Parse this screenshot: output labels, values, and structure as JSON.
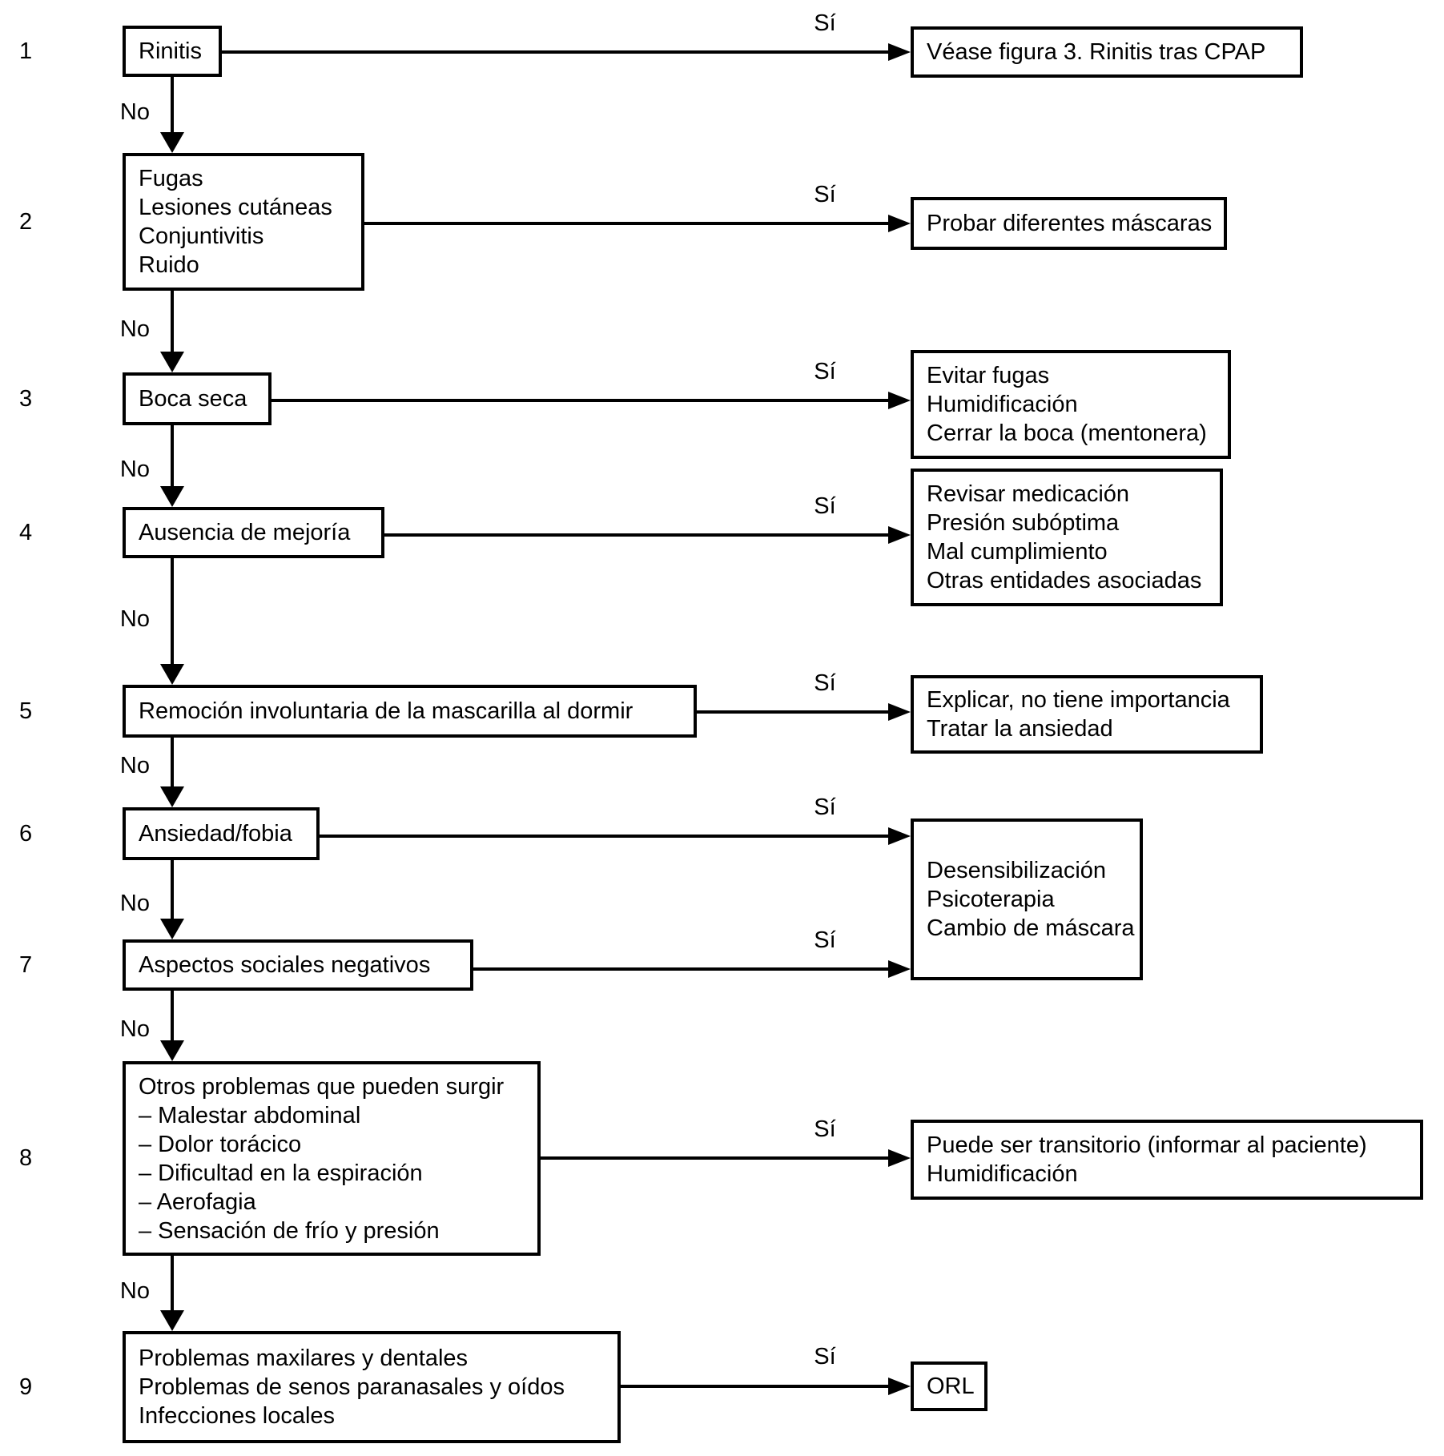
{
  "labels": {
    "yes": "Sí",
    "no": "No"
  },
  "colors": {
    "line": "#000000",
    "background": "#ffffff",
    "text": "#000000"
  },
  "steps": [
    {
      "num": "1",
      "lines": [
        "Rinitis"
      ]
    },
    {
      "num": "2",
      "lines": [
        "Fugas",
        "Lesiones cutáneas",
        "Conjuntivitis",
        "Ruido"
      ]
    },
    {
      "num": "3",
      "lines": [
        "Boca seca"
      ]
    },
    {
      "num": "4",
      "lines": [
        "Ausencia de mejoría"
      ]
    },
    {
      "num": "5",
      "lines": [
        "Remoción involuntaria de la mascarilla al dormir"
      ]
    },
    {
      "num": "6",
      "lines": [
        "Ansiedad/fobia"
      ]
    },
    {
      "num": "7",
      "lines": [
        "Aspectos sociales negativos"
      ]
    },
    {
      "num": "8",
      "lines": [
        "Otros problemas que pueden surgir",
        "– Malestar abdominal",
        "– Dolor torácico",
        "– Dificultad en la espiración",
        "– Aerofagia",
        "– Sensación de frío y presión"
      ]
    },
    {
      "num": "9",
      "lines": [
        "Problemas maxilares y dentales",
        "Problemas de senos paranasales y oídos",
        "Infecciones locales"
      ]
    }
  ],
  "results": [
    {
      "lines": [
        "Véase figura 3. Rinitis tras CPAP"
      ]
    },
    {
      "lines": [
        "Probar diferentes máscaras"
      ]
    },
    {
      "lines": [
        "Evitar fugas",
        "Humidificación",
        "Cerrar la boca (mentonera)"
      ]
    },
    {
      "lines": [
        "Revisar medicación",
        "Presión subóptima",
        "Mal cumplimiento",
        "Otras entidades asociadas"
      ]
    },
    {
      "lines": [
        "Explicar, no tiene importancia",
        "Tratar la ansiedad"
      ]
    },
    {
      "lines": [
        "Desensibilización",
        "Psicoterapia",
        "Cambio de máscara"
      ]
    },
    {
      "lines": [
        "Puede ser transitorio (informar al paciente)",
        "Humidificación"
      ]
    },
    {
      "lines": [
        "ORL"
      ]
    }
  ]
}
